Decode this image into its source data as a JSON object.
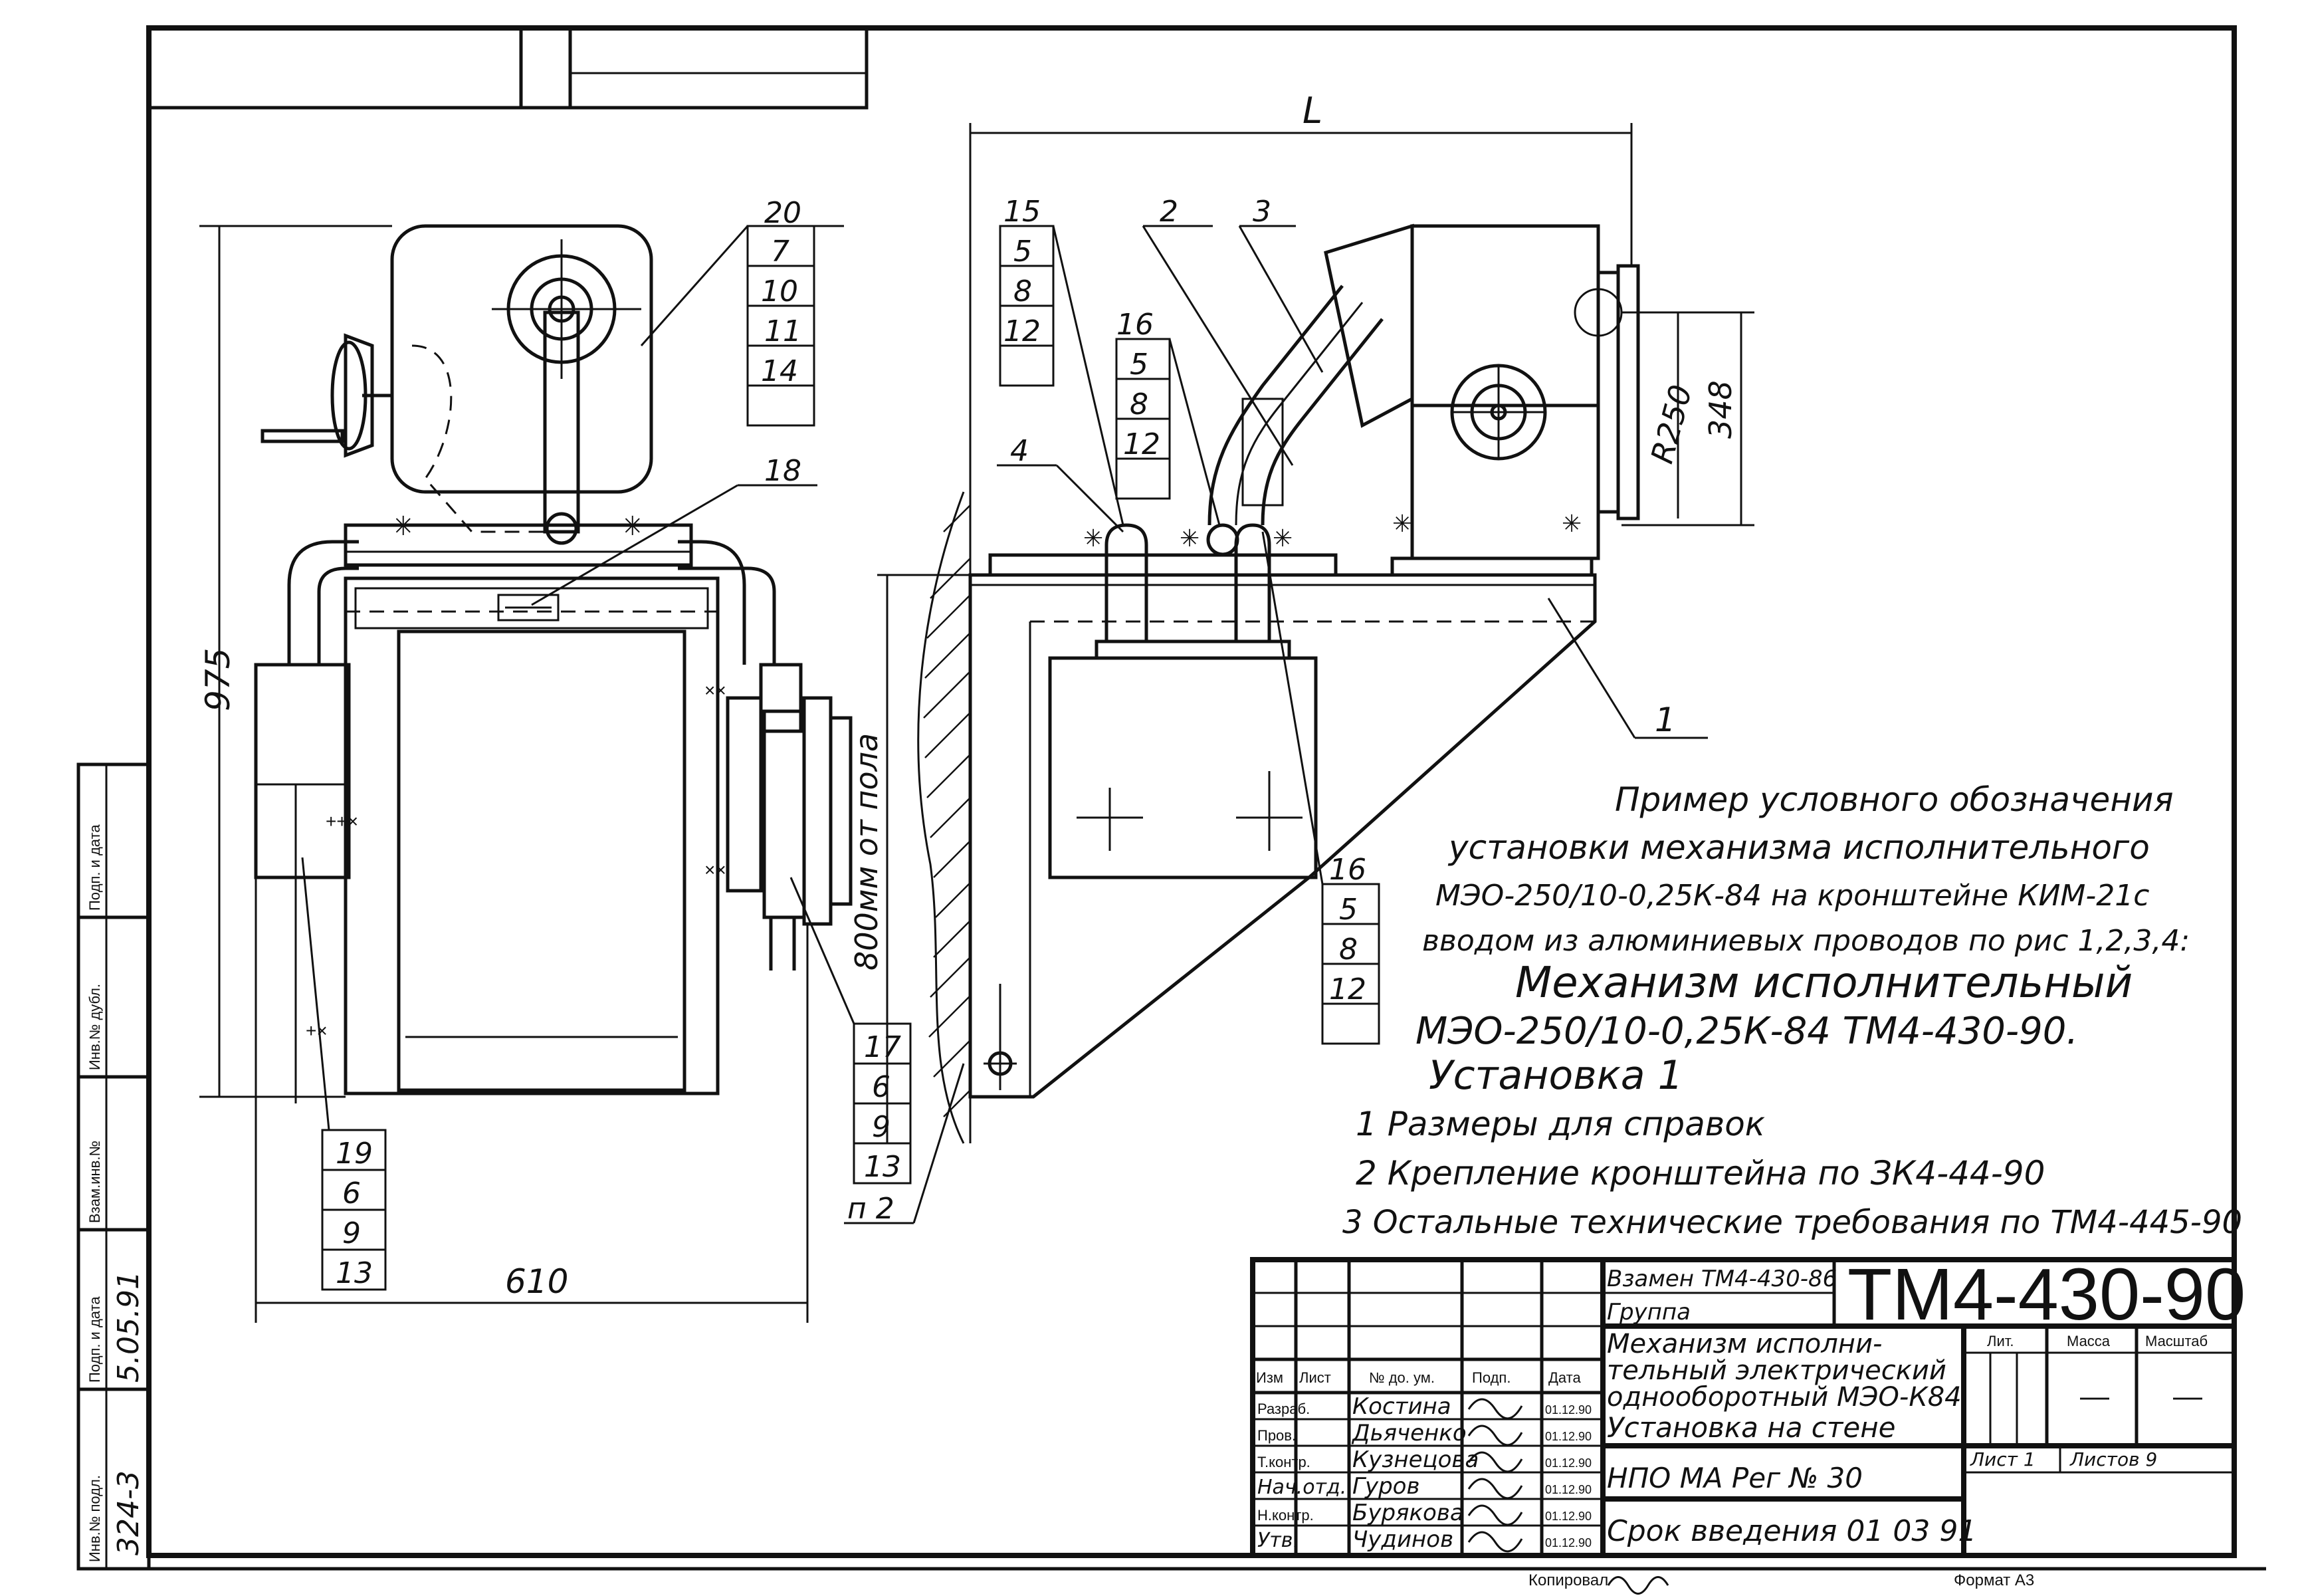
{
  "drawing": {
    "designation": "ТМ4-430-90",
    "replaces": "Взамен ТМ4-430-86",
    "group": "Группа",
    "title_lines": [
      "Механизм исполни-",
      "тельный электрический",
      "однооборотный МЭО-К84",
      "Установка на стене"
    ],
    "organization": "НПО МА Рег № 30",
    "effective_date": "Срок введения 01 03 91",
    "format": "Формат А3",
    "copied_by": "Копировал",
    "lit_label": "Лит.",
    "mass_label": "Масса",
    "scale_label": "Масштаб",
    "mass_value": "—",
    "scale_value": "—",
    "sheet_label": "Лист 1",
    "sheets_label": "Листов 9"
  },
  "revision_header": {
    "izm": "Изм",
    "list": "Лист",
    "doc_no": "№ до. ум.",
    "sign": "Подп.",
    "date": "Дата"
  },
  "signatures": [
    {
      "role": "Разраб.",
      "name": "Костина",
      "date": "01.12.90"
    },
    {
      "role": "Пров.",
      "name": "Дьяченко",
      "date": "01.12.90"
    },
    {
      "role": "Т.контр.",
      "name": "Кузнецова",
      "date": "01.12.90"
    },
    {
      "role": "Нач.отд.",
      "name": "Гуров",
      "date": "01.12.90"
    },
    {
      "role": "Н.контр.",
      "name": "Бурякова",
      "date": "01.12.90"
    },
    {
      "role": "Утв.",
      "name": "Чудинов",
      "date": "01.12.90"
    }
  ],
  "side_stamp": {
    "cells": [
      "Инв.№ подл.",
      "Подп. и дата",
      "Взам.инв.№",
      "Инв.№ дубл.",
      "Подп. и дата"
    ],
    "inv_no": "324-3",
    "inv_date": "5.05.91"
  },
  "dimensions": {
    "height": "975",
    "width": "610",
    "length": "L",
    "radius": "R250",
    "height_right": "348",
    "floor_note": "800мм от пола"
  },
  "callouts": {
    "front_top": [
      "20",
      "7",
      "10",
      "11",
      "14"
    ],
    "front_18": "18",
    "front_right": [
      "17",
      "6",
      "9",
      "13"
    ],
    "front_bottom": [
      "19",
      "6",
      "9",
      "13"
    ],
    "side_15": [
      "15",
      "5",
      "8",
      "12"
    ],
    "side_16": [
      "16",
      "5",
      "8",
      "12"
    ],
    "side_2": "2",
    "side_3": "3",
    "side_4": "4",
    "side_1": "1",
    "side_bottom": [
      "16",
      "5",
      "8",
      "12"
    ],
    "p2": "п 2"
  },
  "notes": {
    "example_lines": [
      "Пример условного обозначения",
      "установки механизма исполнительного",
      "МЭО-250/10-0,25К-84 на кронштейне КИМ-21с",
      "вводом из алюминиевых проводов по рис 1,2,3,4:",
      "Механизм исполнительный",
      "МЭО-250/10-0,25К-84 ТМ4-430-90.",
      "Установка 1"
    ],
    "requirements": [
      "1 Размеры для справок",
      "2 Крепление кронштейна по ЗК4-44-90",
      "3 Остальные технические требования по ТМ4-445-90"
    ]
  }
}
